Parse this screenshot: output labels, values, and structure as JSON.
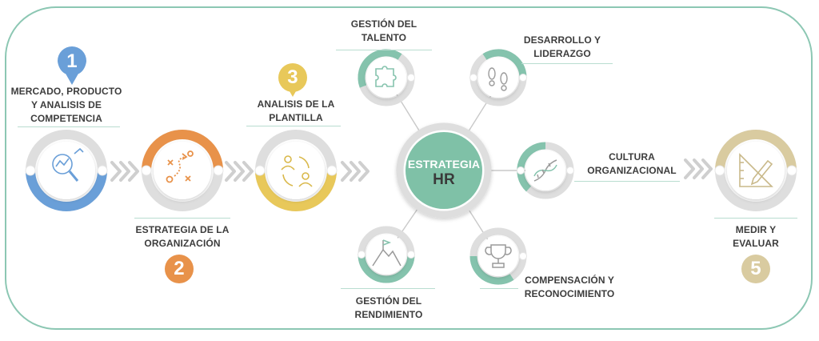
{
  "center": {
    "line1": "ESTRATEGIA",
    "line2": "HR"
  },
  "steps": [
    {
      "number": "1",
      "lines": [
        "MERCADO, PRODUCTO",
        "Y ANALISIS DE",
        "COMPETENCIA"
      ],
      "icon": "magnifier-chart-icon"
    },
    {
      "number": "2",
      "lines": [
        "ESTRATEGIA DE LA",
        "ORGANIZACIÓN"
      ],
      "icon": "tactics-plan-icon"
    },
    {
      "number": "3",
      "lines": [
        "ANALISIS DE LA",
        "PLANTILLA"
      ],
      "icon": "people-cycle-icon"
    },
    {
      "number": "5",
      "lines": [
        "MEDIR Y",
        "EVALUAR"
      ],
      "icon": "ruler-pencil-icon"
    }
  ],
  "satellites": [
    {
      "lines": [
        "GESTIÓN DEL",
        "TALENTO"
      ],
      "icon": "puzzle-icon"
    },
    {
      "lines": [
        "DESARROLLO Y",
        "LIDERAZGO"
      ],
      "icon": "footprints-icon"
    },
    {
      "lines": [
        "CULTURA",
        "ORGANIZACIONAL"
      ],
      "icon": "dna-icon"
    },
    {
      "lines": [
        "COMPENSACIÓN Y",
        "RECONOCIMIENTO"
      ],
      "icon": "trophy-icon"
    },
    {
      "lines": [
        "GESTIÓN DEL",
        "RENDIMIENTO"
      ],
      "icon": "mountain-flag-icon"
    }
  ],
  "colors": {
    "frame": "#8cc7b3",
    "center": "#7fc1a7",
    "step1": "#6a9fd8",
    "step2": "#e8924a",
    "step3": "#e8c85a",
    "step5": "#d9cba0",
    "teal": "#85c3ad",
    "ring_gray": "#dcdcdc",
    "icon_stroke": "#8a8a8a"
  }
}
